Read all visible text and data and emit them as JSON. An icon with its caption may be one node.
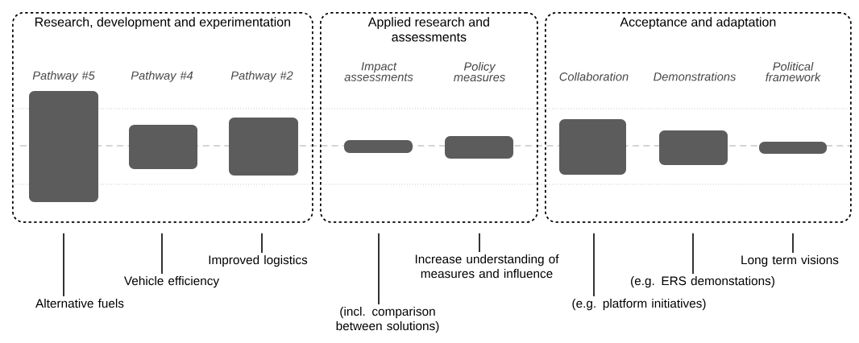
{
  "diagram": {
    "nodes": [
      {
        "text": [
          "Research, development and experimentation"
        ]
      },
      {
        "text": [
          "Applied research and assessments"
        ]
      },
      {
        "text": [
          "Acceptance and adaptation"
        ]
      },
      {
        "text": [],
        "shape": "box",
        "in": 0
      },
      {
        "text": [],
        "shape": "box",
        "in": 0
      },
      {
        "text": [],
        "shape": "box",
        "in": 0
      },
      {
        "text": [],
        "shape": "box",
        "in": 1
      },
      {
        "text": [],
        "shape": "box",
        "in": 1
      },
      {
        "text": [],
        "shape": "box",
        "in": 2
      },
      {
        "text": [],
        "shape": "box",
        "in": 2
      },
      {
        "text": [],
        "shape": "box",
        "in": 2
      },
      {
        "text": [
          "Alternative fuels"
        ]
      },
      {
        "text": [
          "Vehicle efficiency"
        ]
      },
      {
        "text": [
          "Improved logistics"
        ]
      },
      {
        "text": [
          "(incl. comparison between solutions)"
        ]
      },
      {
        "text": [
          "Increase understanding of measures and influence"
        ]
      },
      {
        "text": [
          "(e.g. platform initiatives)"
        ]
      },
      {
        "text": [
          "(e.g. ERS demonstations)"
        ]
      },
      {
        "text": [
          "Long term visions"
        ]
      }
    ],
    "edges": [
      {
        "from": 11,
        "to": 0,
        "arrow": "none"
      },
      {
        "from": 12,
        "to": 0,
        "arrow": "none"
      },
      {
        "from": 13,
        "to": 0,
        "arrow": "none"
      },
      {
        "from": 14,
        "to": 1,
        "arrow": "none"
      },
      {
        "from": 15,
        "to": 1,
        "arrow": "none"
      },
      {
        "from": 16,
        "to": 2,
        "arrow": "none"
      },
      {
        "from": 17,
        "to": 2,
        "arrow": "none"
      },
      {
        "from": 18,
        "to": 2,
        "arrow": "none"
      }
    ],
    "labels": [
      "Pathway #5",
      "Pathway #4",
      "Pathway #2",
      "Impact assessments",
      "Policy measures",
      "Collaboration",
      "Demonstrations",
      "Political framework"
    ]
  }
}
